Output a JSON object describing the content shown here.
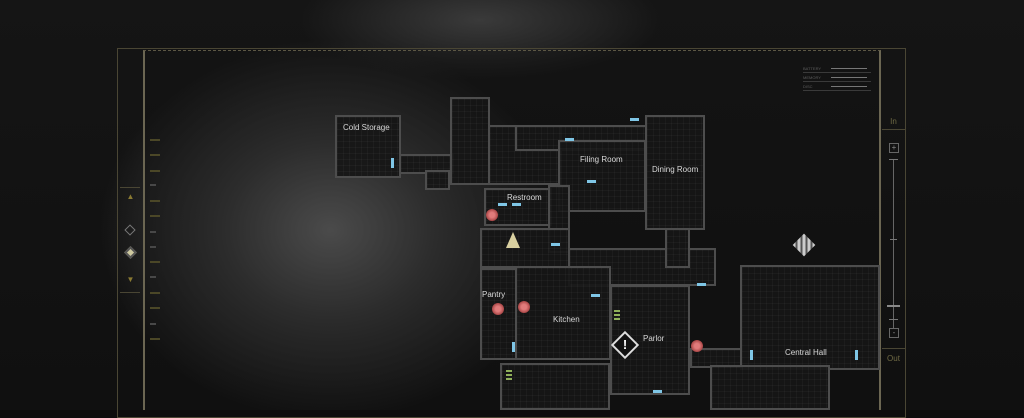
{
  "status_panel": [
    {
      "label": "BATTERY"
    },
    {
      "label": "MEMORY"
    },
    {
      "label": "DISC"
    }
  ],
  "zoom": {
    "in_label": "In",
    "out_label": "Out",
    "plus": "+",
    "minus": "-",
    "level": 0.1
  },
  "floor_nav": {
    "up": "▲",
    "down": "▼"
  },
  "rooms": {
    "cold_storage": "Cold Storage",
    "filing_room": "Filing Room",
    "dining_room": "Dining Room",
    "restroom": "Restroom",
    "pantry": "Pantry",
    "kitchen": "Kitchen",
    "parlor": "Parlor",
    "central_hall": "Central Hall"
  },
  "markers": {
    "alert": "!"
  },
  "colors": {
    "door": "#7fc6e6",
    "frame": "#6b6652",
    "herb_red": "#e07b7b",
    "herb_green": "#8fb05a"
  }
}
